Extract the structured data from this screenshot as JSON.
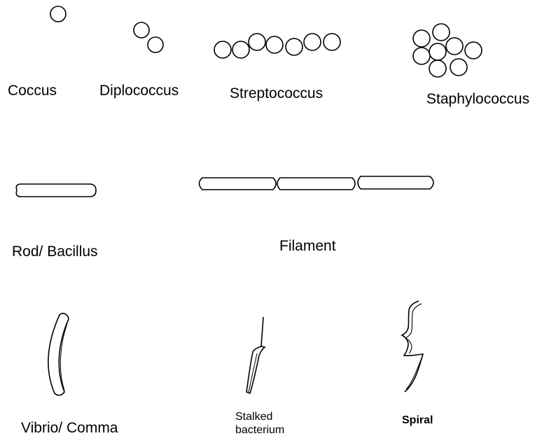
{
  "labels": {
    "coccus": "Coccus",
    "diplococcus": "Diplococcus",
    "streptococcus": "Streptococcus",
    "staphylococcus": "Staphylococcus",
    "rod": "Rod/ Bacillus",
    "filament": "Filament",
    "vibrio": "Vibrio/ Comma",
    "stalked_line1": "Stalked",
    "stalked_line2": "bacterium",
    "spiral": "Spiral"
  },
  "colors": {
    "stroke": "#000000",
    "background": "#ffffff"
  }
}
